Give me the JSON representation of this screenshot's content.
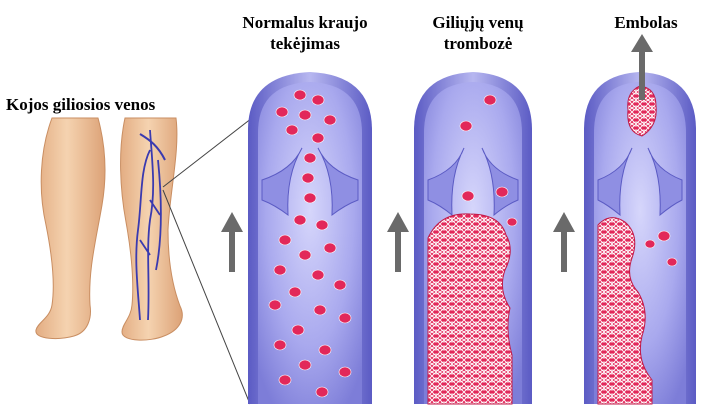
{
  "labels": {
    "legs": "Kojos giliosios venos",
    "normal": [
      "Normalus kraujo",
      "tekėjimas"
    ],
    "dvt": [
      "Giliųjų venų",
      "trombozė"
    ],
    "embolus": "Embolas"
  },
  "colors": {
    "skin": "#f0c79f",
    "skin_shadow": "#d79f73",
    "vein_outer": "#6f6fd0",
    "vein_inner": "#9c9ce6",
    "vein_lumen": "#a9a9ee",
    "blood_cell": "#e2285a",
    "clot_mesh": "#ffffff",
    "arrow": "#6a6a6a",
    "text": "#000000"
  },
  "icons": [
    "leg-illustration",
    "vein-panel-normal",
    "vein-panel-dvt",
    "vein-panel-embolus",
    "flow-arrow-icon",
    "embolus-arrow-icon"
  ]
}
